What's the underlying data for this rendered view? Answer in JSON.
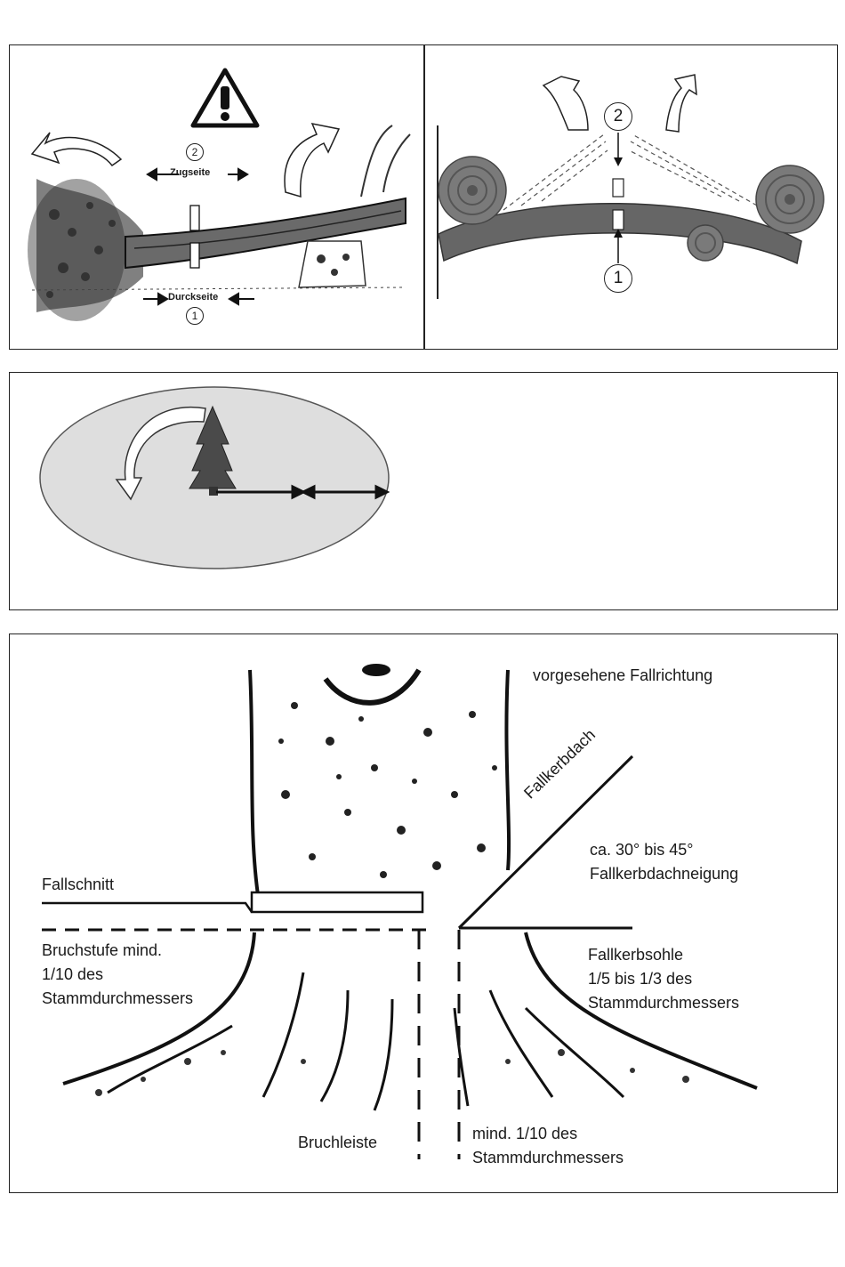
{
  "top_left": {
    "warning_icon": "warning-triangle-icon",
    "tension_side_label": "Zugseite",
    "compression_side_label": "Durckseite",
    "marker_2": "2",
    "marker_1": "1"
  },
  "top_right": {
    "marker_2": "2",
    "marker_1": "1"
  },
  "felling_cut": {
    "direction_label": "vorgesehene Fallrichtung",
    "notch_roof_label": "Fallkerbdach",
    "notch_angle_line1": "ca. 30° bis 45°",
    "notch_angle_line2": "Fallkerbdachneigung",
    "back_cut_label": "Fallschnitt",
    "step_line1": "Bruchstufe mind.",
    "step_line2": "1/10 des",
    "step_line3": "Stammdurchmessers",
    "notch_base_line1": "Fallkerbsohle",
    "notch_base_line2": "1/5 bis 1/3 des",
    "notch_base_line3": "Stammdurchmessers",
    "hinge_label": "Bruchleiste",
    "hinge_width_line1": "mind. 1/10 des",
    "hinge_width_line2": "Stammdurchmessers"
  }
}
